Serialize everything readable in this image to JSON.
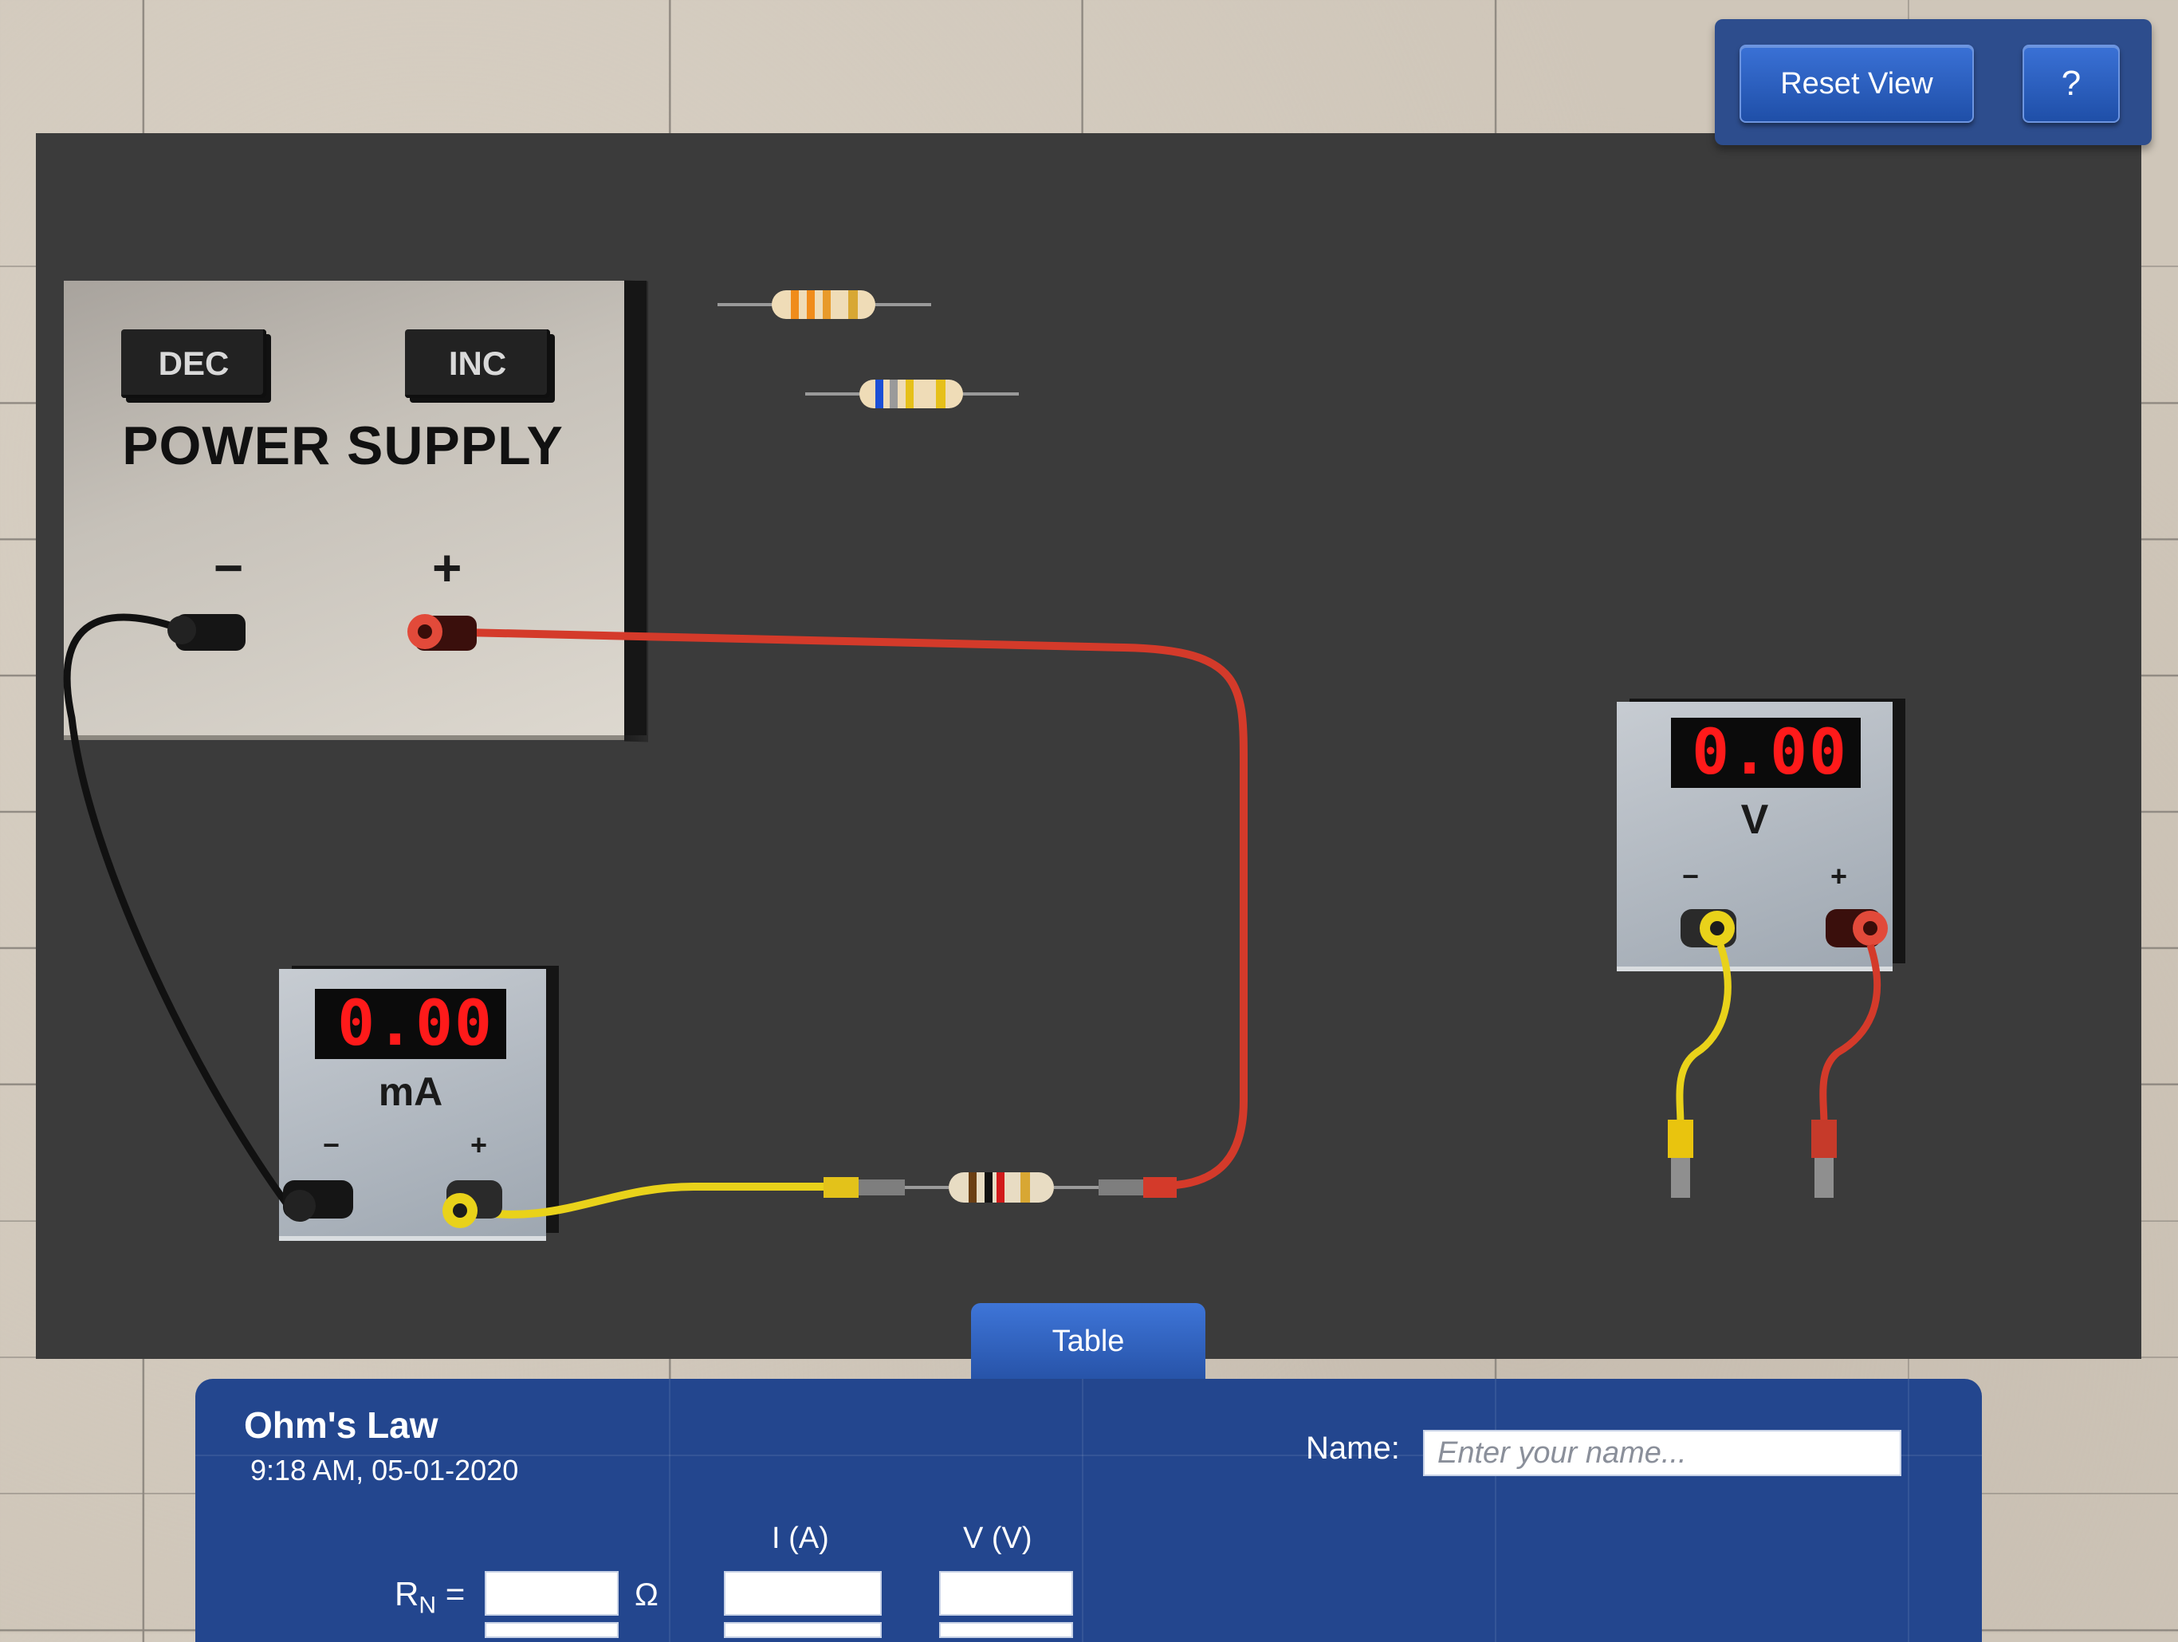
{
  "toolbar": {
    "reset_label": "Reset View",
    "help_label": "?"
  },
  "power_supply": {
    "dec_label": "DEC",
    "inc_label": "INC",
    "title": "POWER SUPPLY",
    "minus": "−",
    "plus": "+"
  },
  "ammeter": {
    "reading": "0.00",
    "unit": "mA",
    "minus": "−",
    "plus": "+"
  },
  "voltmeter": {
    "reading": "0.00",
    "unit": "V",
    "minus": "−",
    "plus": "+"
  },
  "table_tab": {
    "label": "Table"
  },
  "table_panel": {
    "title": "Ohm's Law",
    "timestamp": "9:18 AM, 05-01-2020",
    "name_label": "Name:",
    "name_placeholder": "Enter your name...",
    "col_current": "I (A)",
    "col_voltage": "V (V)",
    "row_label": "R",
    "row_label_sub": "N",
    "row_equals": "=",
    "ohm_symbol": "Ω"
  },
  "colors": {
    "board": "#3b3b3b",
    "panel": "#23468e",
    "wire_red": "#d43a2a",
    "wire_yellow": "#e9d21a",
    "wire_black": "#1a1a1a",
    "lcd_text": "#ff1a1a"
  }
}
